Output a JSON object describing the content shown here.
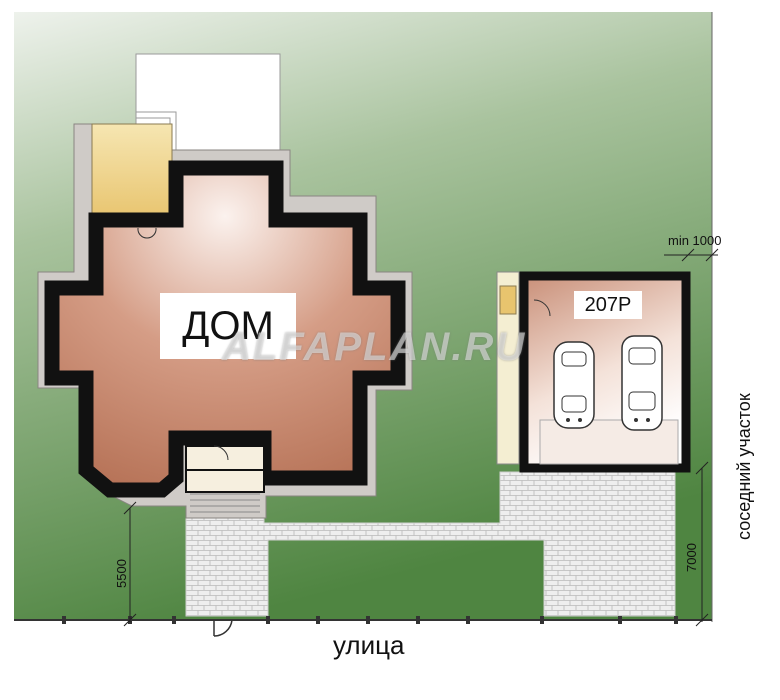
{
  "house": {
    "label": "ДОМ"
  },
  "garage": {
    "label": "207Р"
  },
  "street": {
    "label": "улица"
  },
  "neighbor": {
    "label": "соседний участок"
  },
  "dimensions": {
    "side_gap": "min 1000",
    "house_setback": "5500",
    "garage_setback": "7000"
  },
  "watermark": "ALFAPLAN.RU",
  "colors": {
    "lawn": "#5d8e4f",
    "house_floor": "#c88468",
    "walls": "#111111",
    "garage_floor": "#c99a84",
    "paving": "#eeeeee",
    "terrace": "#f0d78c"
  }
}
